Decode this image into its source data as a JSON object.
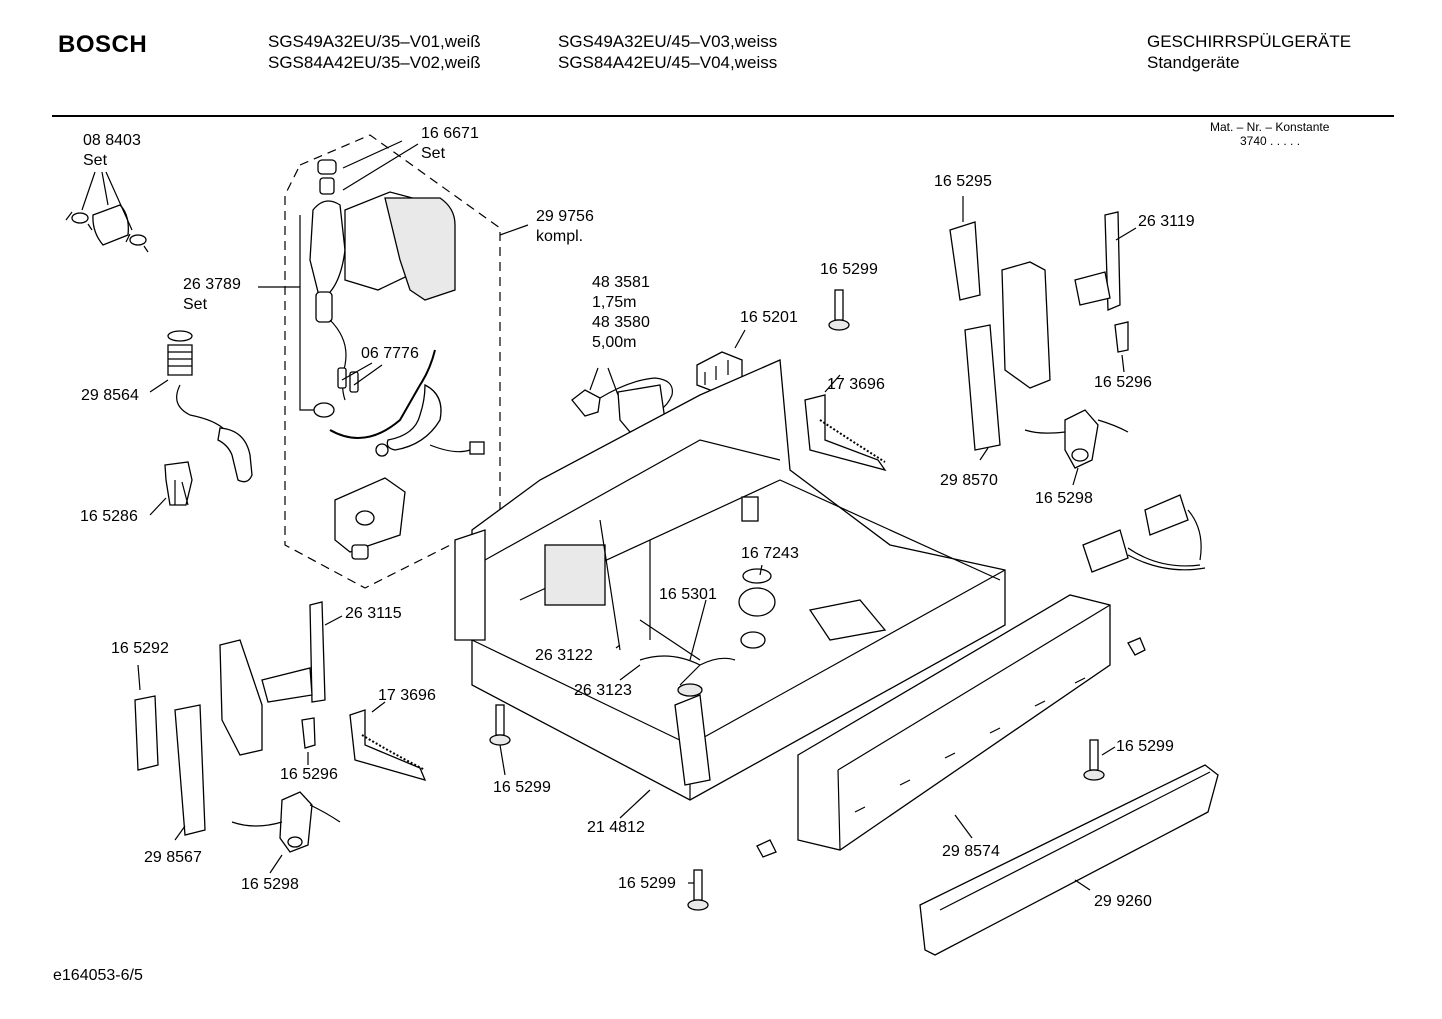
{
  "header": {
    "brand": "BOSCH",
    "models_col1": [
      "SGS49A32EU/35–V01,weiß",
      "SGS84A42EU/35–V02,weiß"
    ],
    "models_col2": [
      "SGS49A32EU/45–V03,weiss",
      "SGS84A42EU/45–V04,weiss"
    ],
    "category": "GESCHIRRSPÜLGERÄTE",
    "subcategory": "Standgeräte"
  },
  "material_note": {
    "title": "Mat. – Nr. – Konstante",
    "value": "3740 .  .  .  .  ."
  },
  "labels": {
    "l088403": "08 8403",
    "l088403_set": "Set",
    "l166671": "16 6671",
    "l166671_set": "Set",
    "l299756": "29 9756",
    "l299756_kompl": "kompl.",
    "l263789": "26 3789",
    "l263789_set": "Set",
    "l298564": "29 8564",
    "l067776": "06 7776",
    "l165286": "16 5286",
    "l483581": "48 3581",
    "l483581_len": "1,75m",
    "l483580": "48 3580",
    "l483580_len": "5,00m",
    "l165201": "16 5201",
    "l165299_top": "16 5299",
    "l173696_top": "17 3696",
    "l165295": "16 5295",
    "l263119": "26 3119",
    "l165296_right": "16 5296",
    "l298570": "29 8570",
    "l165298_right": "16 5298",
    "l167243": "16 7243",
    "l165301": "16 5301",
    "l263122": "26 3122",
    "l263123": "26 3123",
    "l263115": "26 3115",
    "l165292": "16 5292",
    "l173696_left": "17 3696",
    "l165296_left": "16 5296",
    "l298567": "29 8567",
    "l165298_left": "16 5298",
    "l165299_mid": "16 5299",
    "l214812": "21 4812",
    "l165299_bottom": "16 5299",
    "l165299_right": "16 5299",
    "l298574": "29 8574",
    "l299260": "29 9260"
  },
  "footer": {
    "doc_id": "e164053-6/5"
  }
}
